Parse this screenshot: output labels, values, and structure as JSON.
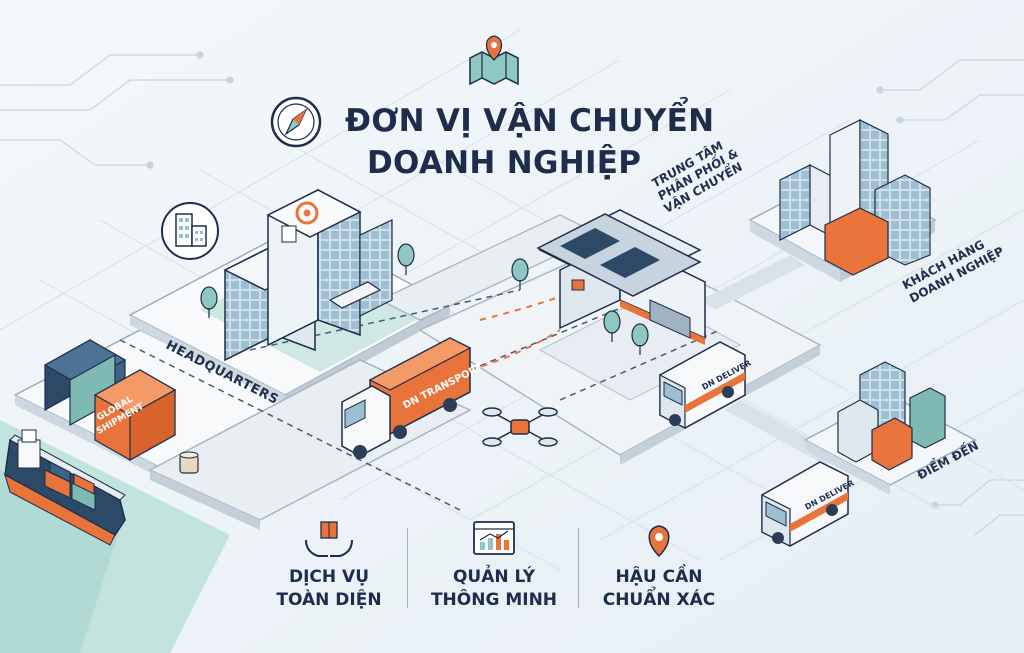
{
  "title": {
    "line1": "ĐƠN VỊ VẬN CHUYỂN",
    "line2": "DOANH NGHIỆP"
  },
  "labels": {
    "headquarters": "HEADQUARTERS",
    "distribution_center": [
      "TRUNG TÂM",
      "PHÂN PHỐI &",
      "VẬN CHUYỂN"
    ],
    "business_customers": [
      "KHÁCH HÀNG",
      "DOANH NGHIỆP"
    ],
    "destination": "ĐIỂM ĐẾN"
  },
  "vehicle_labels": {
    "container": [
      "GLOBAL",
      "SHIPMENT"
    ],
    "truck": "DN TRANSPORT",
    "van_1": "DN DELIVER",
    "van_2": "DN DELIVER"
  },
  "features": [
    {
      "line1": "DỊCH VỤ",
      "line2": "TOÀN DIỆN",
      "icon": "hands-box-icon"
    },
    {
      "line1": "QUẢN LÝ",
      "line2": "THÔNG MINH",
      "icon": "analytics-chart-icon"
    },
    {
      "line1": "HẬU CẦN",
      "line2": "CHUẨN XÁC",
      "icon": "location-pin-icon"
    }
  ],
  "icons": {
    "top": "map-pin-icon",
    "title": "compass-icon",
    "headquarters": "office-building-icon"
  },
  "colors": {
    "navy": "#1d2d4b",
    "orange": "#e8743b",
    "teal": "#8fc7c2",
    "background": "#eef4f8"
  }
}
